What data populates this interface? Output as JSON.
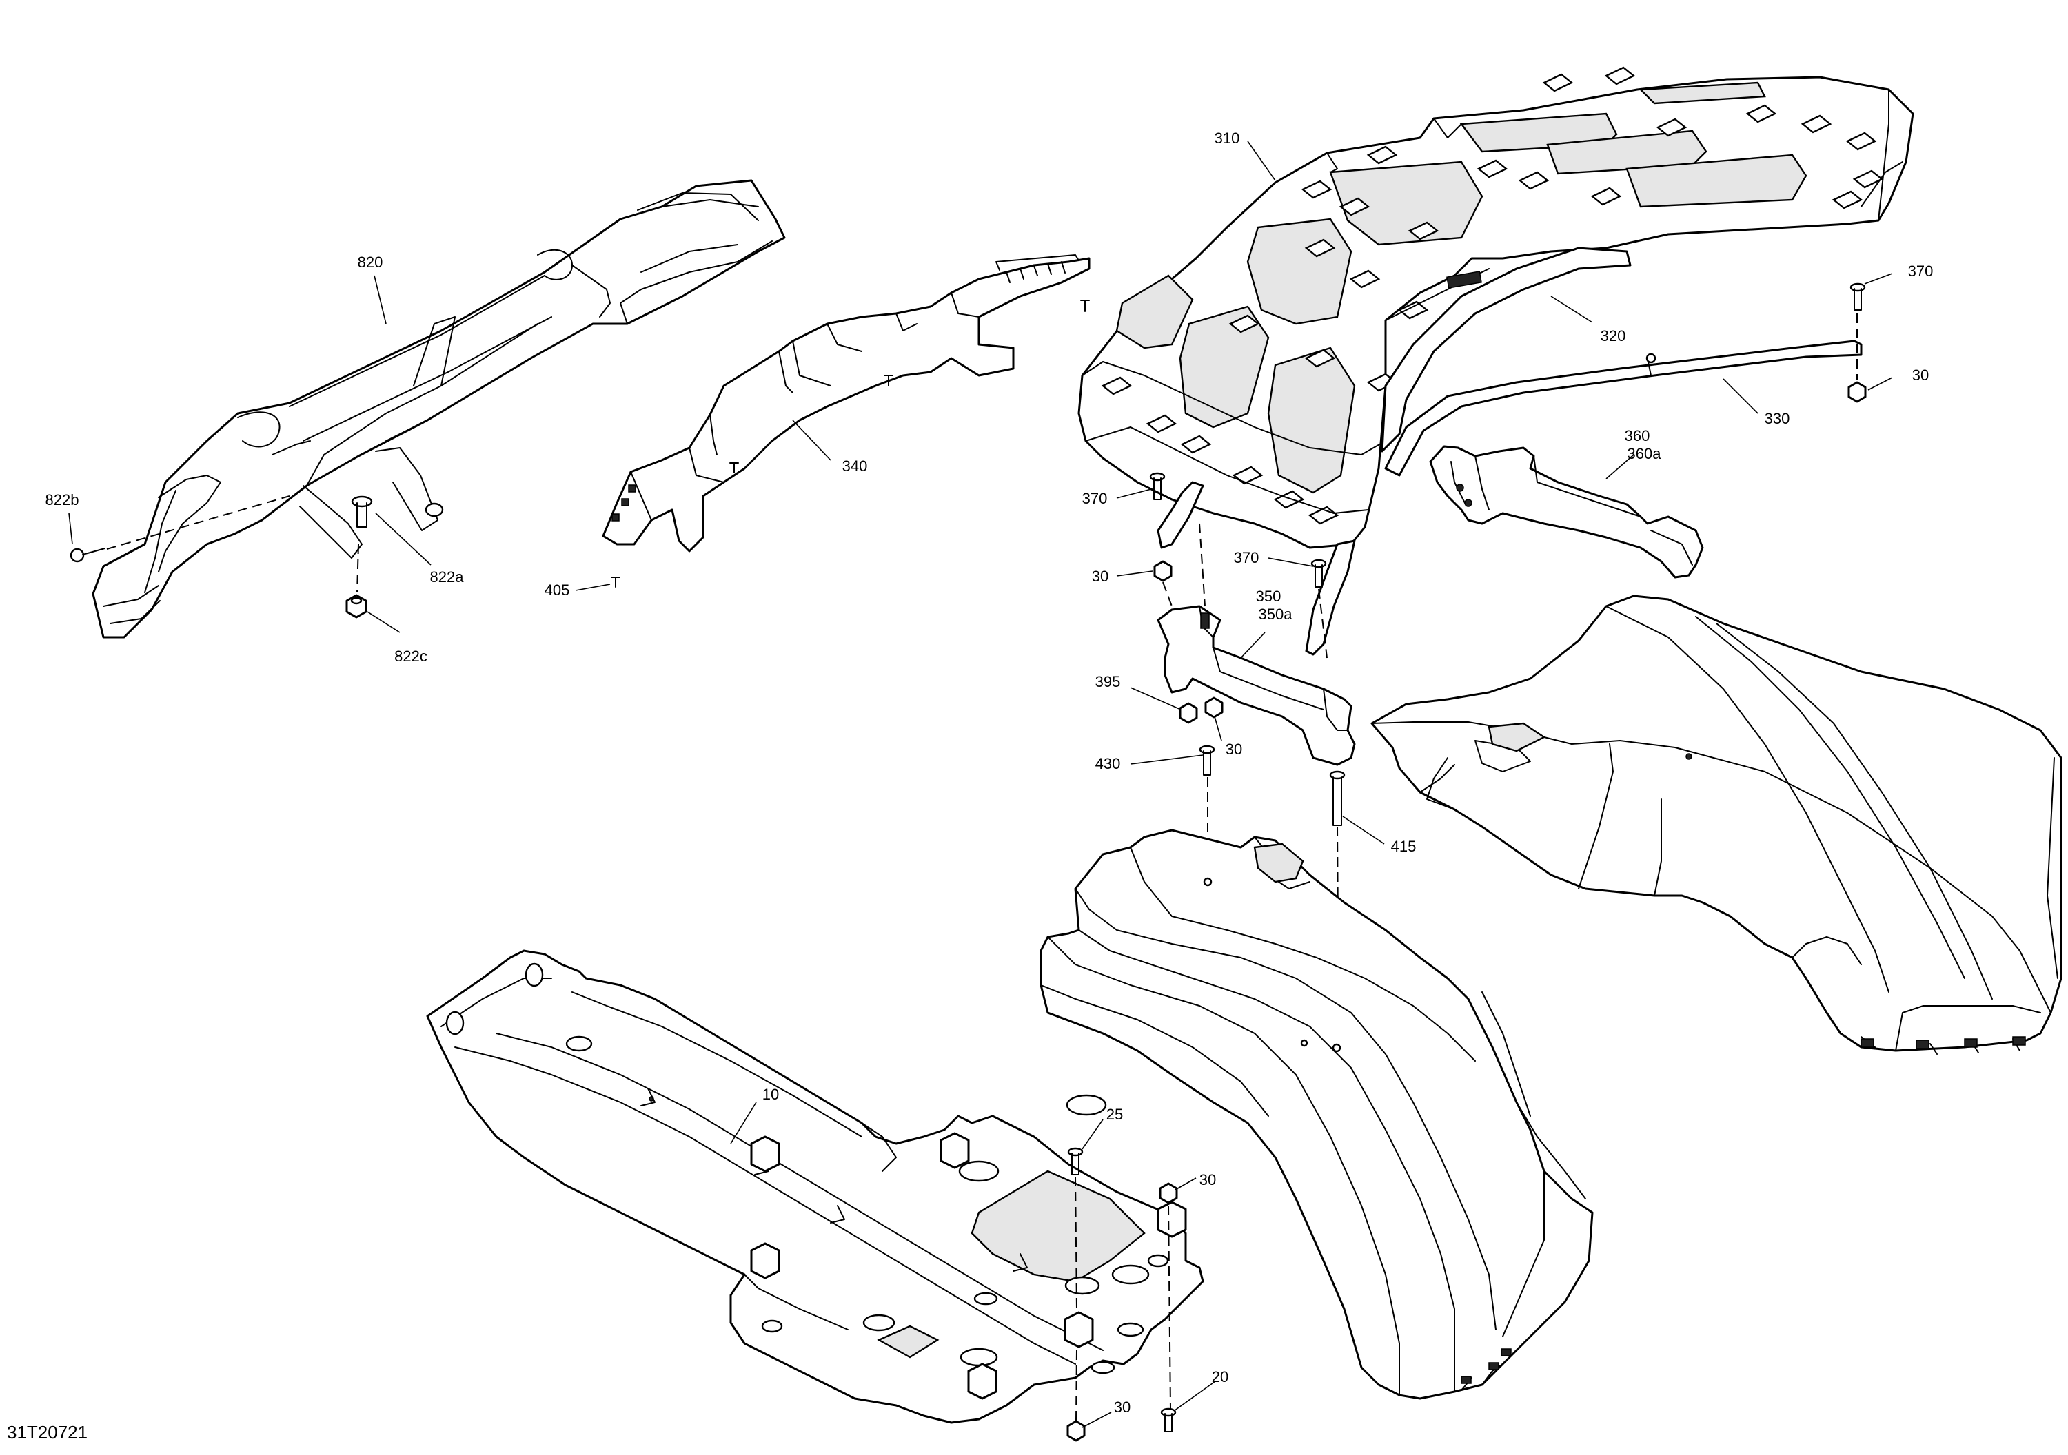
{
  "diagram": {
    "reference_code": "31T20721",
    "callouts": [
      {
        "id": "c820",
        "label": "820"
      },
      {
        "id": "c822b",
        "label": "822b"
      },
      {
        "id": "c822a",
        "label": "822a"
      },
      {
        "id": "c822c",
        "label": "822c"
      },
      {
        "id": "c340",
        "label": "340"
      },
      {
        "id": "c405",
        "label": "405"
      },
      {
        "id": "c310",
        "label": "310"
      },
      {
        "id": "c320",
        "label": "320"
      },
      {
        "id": "c330",
        "label": "330"
      },
      {
        "id": "c370a",
        "label": "370"
      },
      {
        "id": "c30a",
        "label": "30"
      },
      {
        "id": "c360",
        "label": "360"
      },
      {
        "id": "c360a",
        "label": "360a"
      },
      {
        "id": "c370b",
        "label": "370"
      },
      {
        "id": "c30b",
        "label": "30"
      },
      {
        "id": "c370c",
        "label": "370"
      },
      {
        "id": "c350",
        "label": "350"
      },
      {
        "id": "c350a",
        "label": "350a"
      },
      {
        "id": "c395",
        "label": "395"
      },
      {
        "id": "c30c",
        "label": "30"
      },
      {
        "id": "c430",
        "label": "430"
      },
      {
        "id": "c415",
        "label": "415"
      },
      {
        "id": "c10",
        "label": "10"
      },
      {
        "id": "c25",
        "label": "25"
      },
      {
        "id": "c30d",
        "label": "30"
      },
      {
        "id": "c20",
        "label": "20"
      },
      {
        "id": "c30e",
        "label": "30"
      }
    ]
  }
}
